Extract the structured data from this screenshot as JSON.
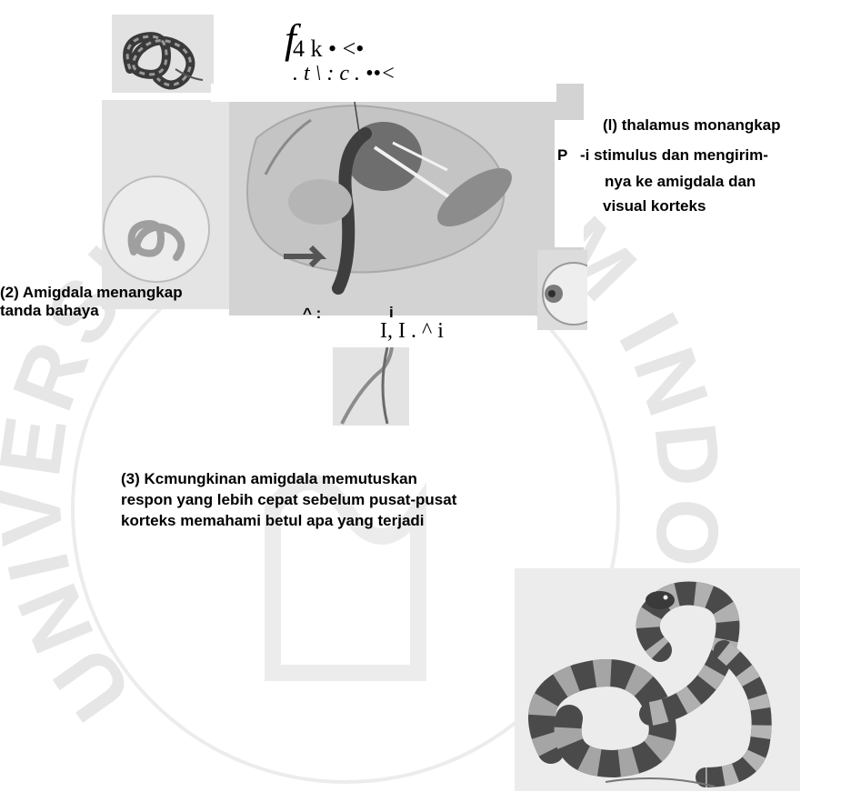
{
  "watermark": {
    "arc_text": "UNIVERSITAS ISLAM INDONESIA",
    "color": "#d9d9d9"
  },
  "ocr_fragments": {
    "line1_f": "f",
    "line1_rest": "4  k  •       <•",
    "line2": ".  t  \\  : c   .  ••<",
    "mid_i": "i",
    "mid_left": "^ :",
    "mid_lower": "I,  I     . ^ i",
    "letter_p": "P"
  },
  "captions": {
    "thalamus": [
      "(l) thalamus monangkap",
      "-i stimulus dan mengirim-",
      "nya ke amigdala dan",
      "visual korteks"
    ],
    "amigdala": [
      "(2) Amigdala menangkap",
      "tanda bahaya"
    ],
    "respon": [
      "(3) Kcmungkinan amigdala memutuskan",
      "respon yang lebih cepat sebelum pusat-pusat",
      "korteks memahami betul apa yang terjadi"
    ]
  },
  "colors": {
    "text": "#000000",
    "snake_dark": "#2b2b2b",
    "snake_mid": "#8a8a8a",
    "illustration_bg": "#d6d6d6"
  },
  "icons": [
    "snake-icon-small",
    "brain-illustration",
    "eyeball-illustration",
    "coiled-snake-illustration"
  ]
}
